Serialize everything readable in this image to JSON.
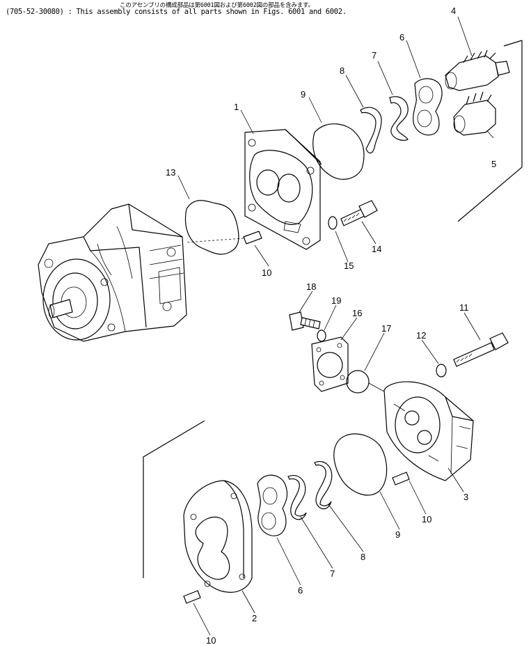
{
  "header": {
    "japanese_note": "このアセンブリの構成部品は第6001図および第6002図の部品を含みます。",
    "english_note": "(705-52-30080) : This assembly consists of all parts shown in Figs. 6001 and 6002."
  },
  "callouts": {
    "c1": "1",
    "c2": "2",
    "c3": "3",
    "c4": "4",
    "c5": "5",
    "c6a": "6",
    "c6b": "6",
    "c7a": "7",
    "c7b": "7",
    "c8a": "8",
    "c8b": "8",
    "c9a": "9",
    "c9b": "9",
    "c10a": "10",
    "c10b": "10",
    "c10c": "10",
    "c11": "11",
    "c12": "12",
    "c13": "13",
    "c14": "14",
    "c15": "15",
    "c16": "16",
    "c17": "17",
    "c18": "18",
    "c19": "19"
  }
}
